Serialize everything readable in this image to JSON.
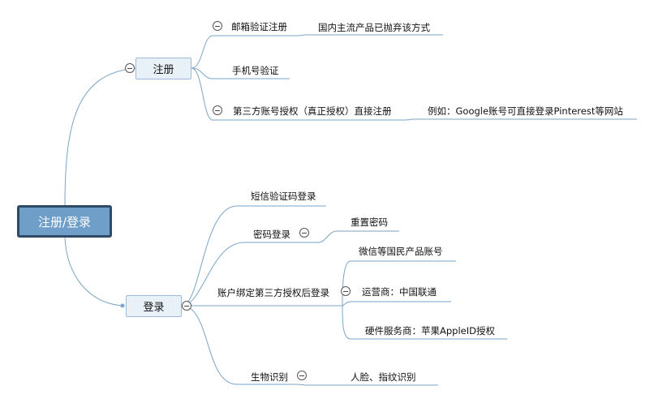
{
  "root": {
    "label": "注册/登录"
  },
  "branches": {
    "register": {
      "label": "注册",
      "children": {
        "email": {
          "label": "邮箱验证注册",
          "note": "国内主流产品已抛弃该方式"
        },
        "phone": {
          "label": "手机号验证"
        },
        "third_party": {
          "label": "第三方账号授权（真正授权）直接注册",
          "note": "例如：Google账号可直接登录Pinterest等网站"
        }
      }
    },
    "login": {
      "label": "登录",
      "children": {
        "sms": {
          "label": "短信验证码登录"
        },
        "password": {
          "label": "密码登录",
          "children": [
            "重置密码"
          ]
        },
        "bind": {
          "label": "账户绑定第三方授权后登录",
          "children": [
            "微信等国民产品账号",
            "运营商：中国联通",
            "硬件服务商：苹果AppleID授权"
          ]
        },
        "bio": {
          "label": "生物识别",
          "children": [
            "人脸、指纹识别"
          ]
        }
      }
    }
  },
  "colors": {
    "line": "#7aa5c8",
    "root_fill": "#6f9ec8",
    "root_border": "#2f4a66",
    "main_fill": "#e9f1f8"
  }
}
